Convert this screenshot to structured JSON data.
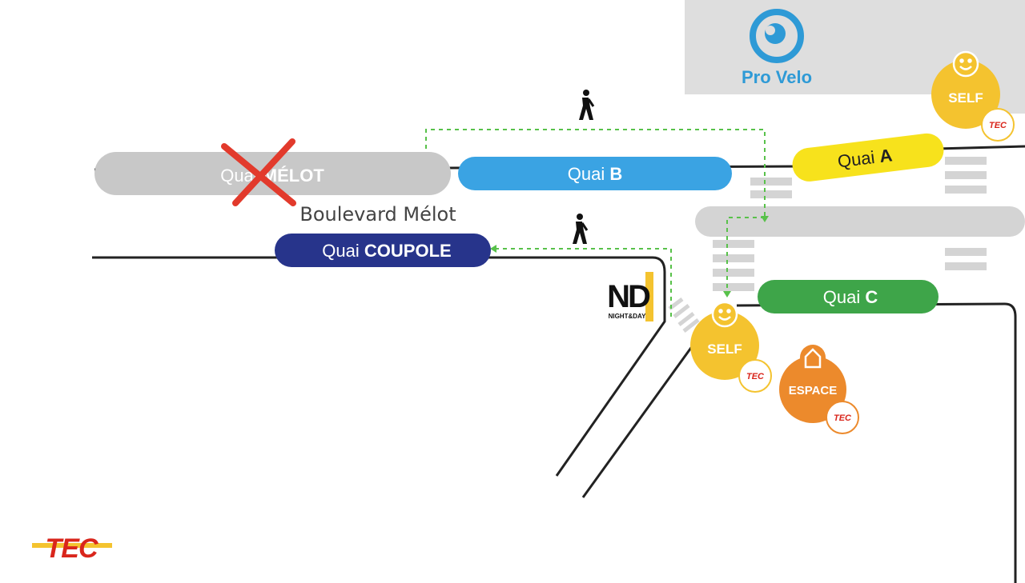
{
  "colors": {
    "road": "#222222",
    "grey_platform": "#c8c8c8",
    "quai_b": "#3aa3e3",
    "quai_a": "#f7e21c",
    "quai_c": "#3ea549",
    "quai_coupole": "#27348b",
    "self": "#f4c32f",
    "espace": "#ec8a2c",
    "walk_path": "#58c14a",
    "tec_red": "#d9261c",
    "tec_yellow": "#f4c32f",
    "provelo_blue": "#2e9ad6",
    "building": "#dedede"
  },
  "platforms": {
    "melot": {
      "prefix": "Quai ",
      "name": "MÉLOT",
      "status": "closed"
    },
    "b": {
      "prefix": "Quai ",
      "name": "B"
    },
    "a": {
      "prefix": "Quai ",
      "name": "A"
    },
    "c": {
      "prefix": "Quai ",
      "name": "C"
    },
    "coupole": {
      "prefix": "Quai ",
      "name": "COUPOLE"
    }
  },
  "street_name": "Boulevard Mélot",
  "pro_velo": {
    "name": "Pro Velo",
    "icon": "pro-velo-logo"
  },
  "night_and_day": {
    "letters": "ND",
    "name": "NIGHT&DAY"
  },
  "points_of_sale": [
    {
      "id": "self-top",
      "label": "SELF",
      "icon": "smiley-icon",
      "brand": "TEC"
    },
    {
      "id": "self-middle",
      "label": "SELF",
      "icon": "smiley-icon",
      "brand": "TEC"
    },
    {
      "id": "espace",
      "label": "ESPACE",
      "icon": "house-icon",
      "brand": "TEC"
    }
  ],
  "tec_logo": "TEC",
  "icons": [
    "pedestrian-icon",
    "closed-cross-icon",
    "smiley-icon",
    "house-icon"
  ]
}
